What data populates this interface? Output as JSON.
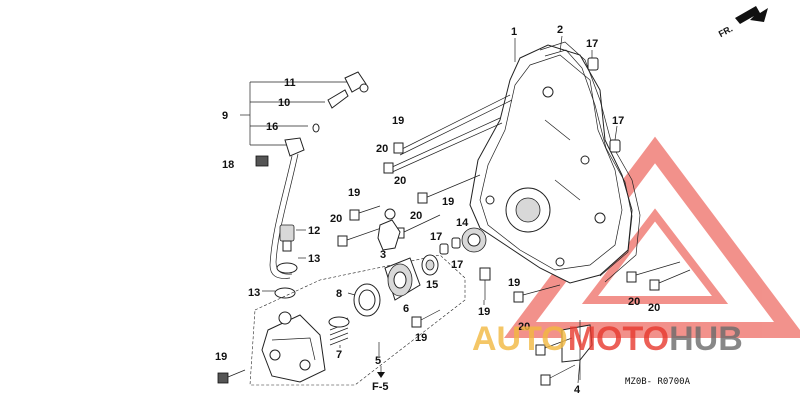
{
  "labels": [
    {
      "text": "1"
    },
    {
      "text": "2"
    },
    {
      "text": "17"
    },
    {
      "text": "17"
    },
    {
      "text": "11"
    },
    {
      "text": "10"
    },
    {
      "text": "9"
    },
    {
      "text": "16"
    },
    {
      "text": "18"
    },
    {
      "text": "19"
    },
    {
      "text": "20"
    },
    {
      "text": "20"
    },
    {
      "text": "19"
    },
    {
      "text": "20"
    },
    {
      "text": "19"
    },
    {
      "text": "20"
    },
    {
      "text": "12"
    },
    {
      "text": "13"
    },
    {
      "text": "3"
    },
    {
      "text": "14"
    },
    {
      "text": "17"
    },
    {
      "text": "17"
    },
    {
      "text": "13"
    },
    {
      "text": "8"
    },
    {
      "text": "6"
    },
    {
      "text": "15"
    },
    {
      "text": "19"
    },
    {
      "text": "19"
    },
    {
      "text": "20"
    },
    {
      "text": "20"
    },
    {
      "text": "20"
    },
    {
      "text": "19"
    },
    {
      "text": "7"
    },
    {
      "text": "5"
    },
    {
      "text": "19"
    },
    {
      "text": "4"
    }
  ],
  "orientation_mark": "FR.",
  "reference": "F-5",
  "diagram_code": "MZ0B- R0700A",
  "watermark": {
    "part1": "AUTO",
    "part2": "MOTO",
    "part3": "HUB"
  },
  "colors": {
    "watermark_red": "#e8392e",
    "watermark_orange": "#f2b840",
    "watermark_gray": "#6b6b6b"
  }
}
